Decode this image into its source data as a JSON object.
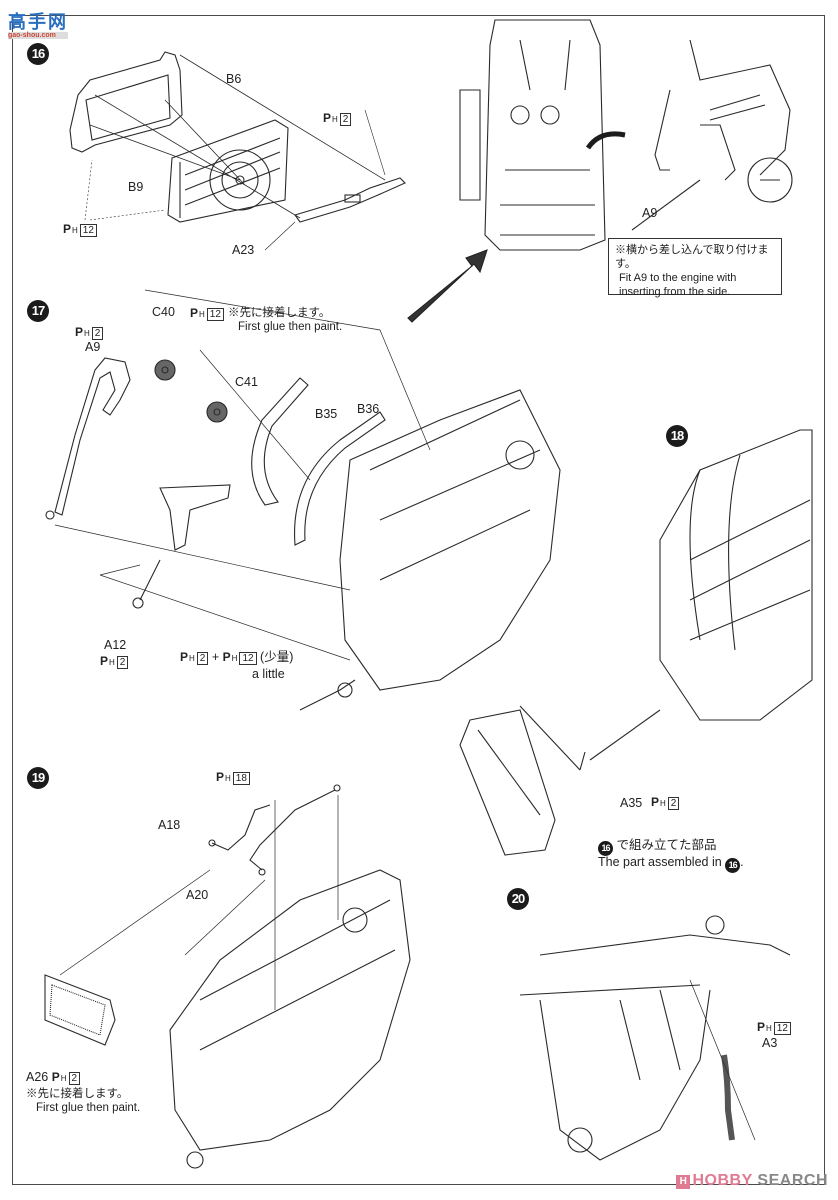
{
  "watermarks": {
    "top_left_logo": {
      "chars": "高手网",
      "url": "gao-shou.com"
    },
    "bottom_right": {
      "mark": "H",
      "brand_colored": "HOBBY",
      "brand_plain": " SEARCH"
    }
  },
  "paint_mark": {
    "symbol": "P",
    "sub": "H"
  },
  "steps": {
    "s16": {
      "number": "16",
      "parts": {
        "b6": "B6",
        "b9": "B9",
        "a23": "A23"
      },
      "paint_labels": [
        {
          "code": "12"
        },
        {
          "code": "2"
        }
      ]
    },
    "inset": {
      "part": "A9",
      "callout_jp": "※横から差し込んで取り付けます。",
      "callout_en_1": "Fit A9 to the engine with",
      "callout_en_2": "inserting from the side."
    },
    "s17": {
      "number": "17",
      "parts": {
        "a9": "A9",
        "c40": "C40",
        "c41": "C41",
        "b35": "B35",
        "b36": "B36",
        "a12": "A12"
      },
      "a9_paint": "2",
      "c40_paint": "12",
      "a12_paint": "2",
      "note_jp": "※先に接着します。",
      "note_en": "First glue then paint.",
      "mix": {
        "code_a": "2",
        "plus": "+",
        "code_b": "12",
        "jp": "(少量)",
        "en": "a little"
      }
    },
    "s18": {
      "number": "18",
      "parts": {
        "a35": "A35"
      },
      "a35_paint": "2",
      "ref_step": "16",
      "ref_jp": "で組み立てた部品",
      "ref_en": "The part assembled in",
      "ref_end": "."
    },
    "s19": {
      "number": "19",
      "parts": {
        "a18": "A18",
        "a20": "A20",
        "a26": "A26"
      },
      "pipe_paint": "18",
      "a26_paint": "2",
      "note_jp": "※先に接着します。",
      "note_en": "First glue then paint."
    },
    "s20": {
      "number": "20",
      "parts": {
        "a3": "A3"
      },
      "a3_paint": "12"
    }
  }
}
